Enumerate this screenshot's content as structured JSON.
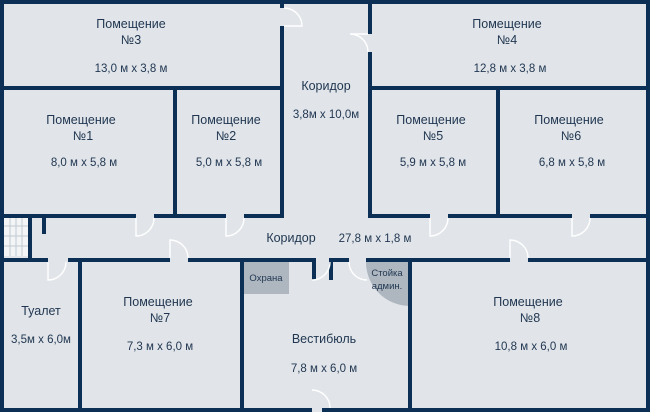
{
  "colors": {
    "wall": "#0c3055",
    "floor": "#e1e5e9",
    "text": "#1f3550",
    "fixture": "#aeb7c0"
  },
  "rooms": {
    "room3": {
      "name": "Помещение",
      "number": "№3",
      "size": "13,0 м х 3,8 м"
    },
    "room4": {
      "name": "Помещение",
      "number": "№4",
      "size": "12,8 м х 3,8 м"
    },
    "corridor_v": {
      "name": "Коридор",
      "size": "3,8м х 10,0м"
    },
    "room1": {
      "name": "Помещение",
      "number": "№1",
      "size": "8,0 м х 5,8 м"
    },
    "room2": {
      "name": "Помещение",
      "number": "№2",
      "size": "5,0 м х 5,8 м"
    },
    "room5": {
      "name": "Помещение",
      "number": "№5",
      "size": "5,9 м х 5,8 м"
    },
    "room6": {
      "name": "Помещение",
      "number": "№6",
      "size": "6,8 м х 5,8 м"
    },
    "corridor_h": {
      "name": "Коридор",
      "size": "27,8 м х 1,8 м"
    },
    "security": {
      "name": "Охрана"
    },
    "admin_desk": {
      "line1": "Стойка",
      "line2": "админ."
    },
    "toilet": {
      "name": "Туалет",
      "size": "3,5м х 6,0м"
    },
    "room7": {
      "name": "Помещение",
      "number": "№7",
      "size": "7,3 м х 6,0 м"
    },
    "lobby": {
      "name": "Вестибюль",
      "size": "7,8 м х 6,0 м"
    },
    "room8": {
      "name": "Помещение",
      "number": "№8",
      "size": "10,8 м х 6,0 м"
    }
  }
}
